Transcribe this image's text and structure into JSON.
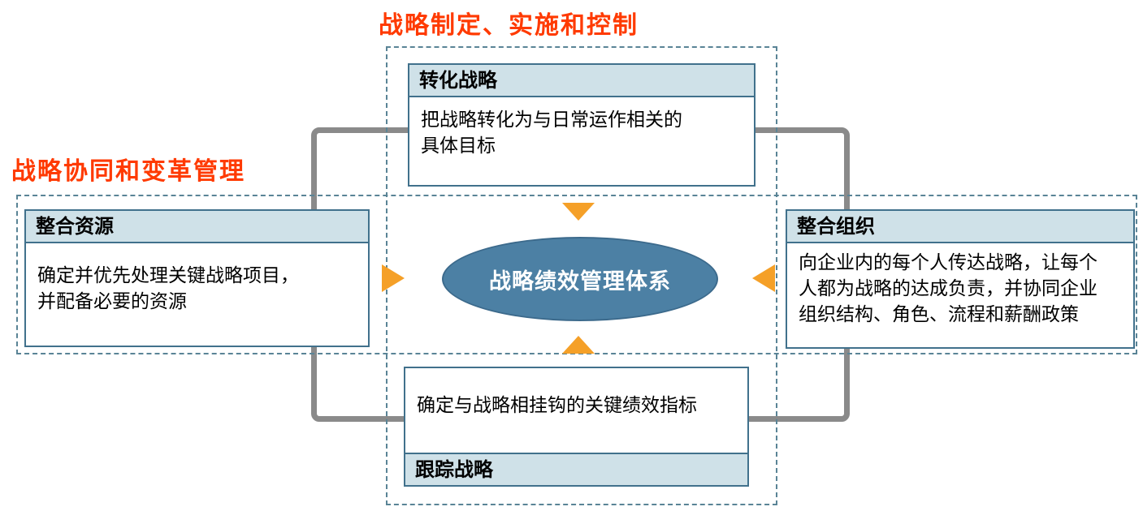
{
  "colors": {
    "accent_orange": "#f5a028",
    "title_red": "#ff3a00",
    "box_border": "#41718c",
    "header_fill": "#cfe1e8",
    "dash_border": "#5a8496",
    "loop_gray": "#8a8a8a",
    "ellipse_fill": "#4c80a4",
    "ellipse_border": "#3c6a8c"
  },
  "titles": {
    "top": "战略制定、实施和控制",
    "left": "战略协同和变革管理"
  },
  "center": {
    "label": "战略绩效管理体系"
  },
  "boxes": {
    "top": {
      "header": "转化战略",
      "body": "把战略转化为与日常运作相关的\n具体目标"
    },
    "left": {
      "header": "整合资源",
      "body": "确定并优先处理关键战略项目，\n并配备必要的资源"
    },
    "right": {
      "header": "整合组织",
      "body": "向企业内的每个人传达战略，让每个\n人都为战略的达成负责，并协同企业\n组织结构、角色、流程和薪酬政策"
    },
    "bottom": {
      "header": "跟踪战略",
      "body": "确定与战略相挂钩的关键绩效指标"
    }
  }
}
